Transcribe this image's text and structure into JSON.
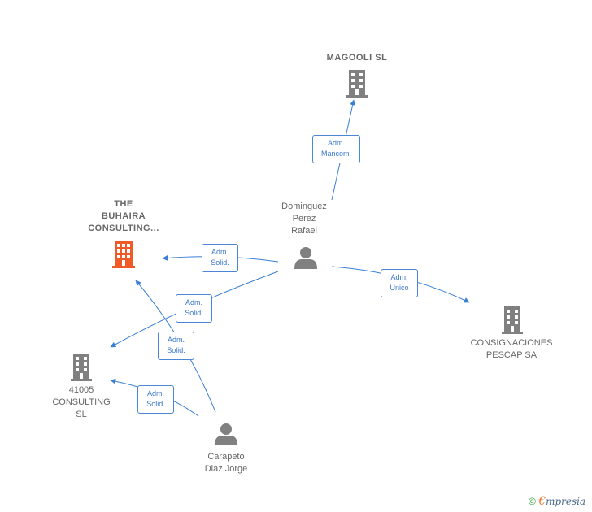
{
  "colors": {
    "edge": "#3a7fd5",
    "company": "#808080",
    "company_highlight": "#f05a28",
    "person": "#808080",
    "label_text": "#3a78c9"
  },
  "nodes": {
    "magooli": {
      "label": "MAGOOLI  SL",
      "type": "company",
      "icon": "building-icon"
    },
    "buhaira": {
      "label": "THE\nBUHAIRA\nCONSULTING...",
      "type": "company-highlight",
      "icon": "building-icon"
    },
    "dominguez": {
      "label": "Dominguez\nPerez\nRafael",
      "type": "person",
      "icon": "person-icon"
    },
    "consignaciones": {
      "label": "CONSIGNACIONES\nPESCAP SA",
      "type": "company",
      "icon": "building-icon"
    },
    "c41005": {
      "label": "41005\nCONSULTING\nSL",
      "type": "company",
      "icon": "building-icon"
    },
    "carapeto": {
      "label": "Carapeto\nDiaz Jorge",
      "type": "person",
      "icon": "person-icon"
    }
  },
  "edges": {
    "e1": {
      "label": "Adm.\nMancom."
    },
    "e2": {
      "label": "Adm.\nSolid."
    },
    "e3": {
      "label": "Adm.\nUnico"
    },
    "e4": {
      "label": "Adm.\nSolid."
    },
    "e5": {
      "label": "Adm.\nSolid."
    },
    "e6": {
      "label": "Adm.\nSolid."
    }
  },
  "brand": {
    "copyright": "©",
    "e": "€",
    "rest": "mpresia"
  }
}
